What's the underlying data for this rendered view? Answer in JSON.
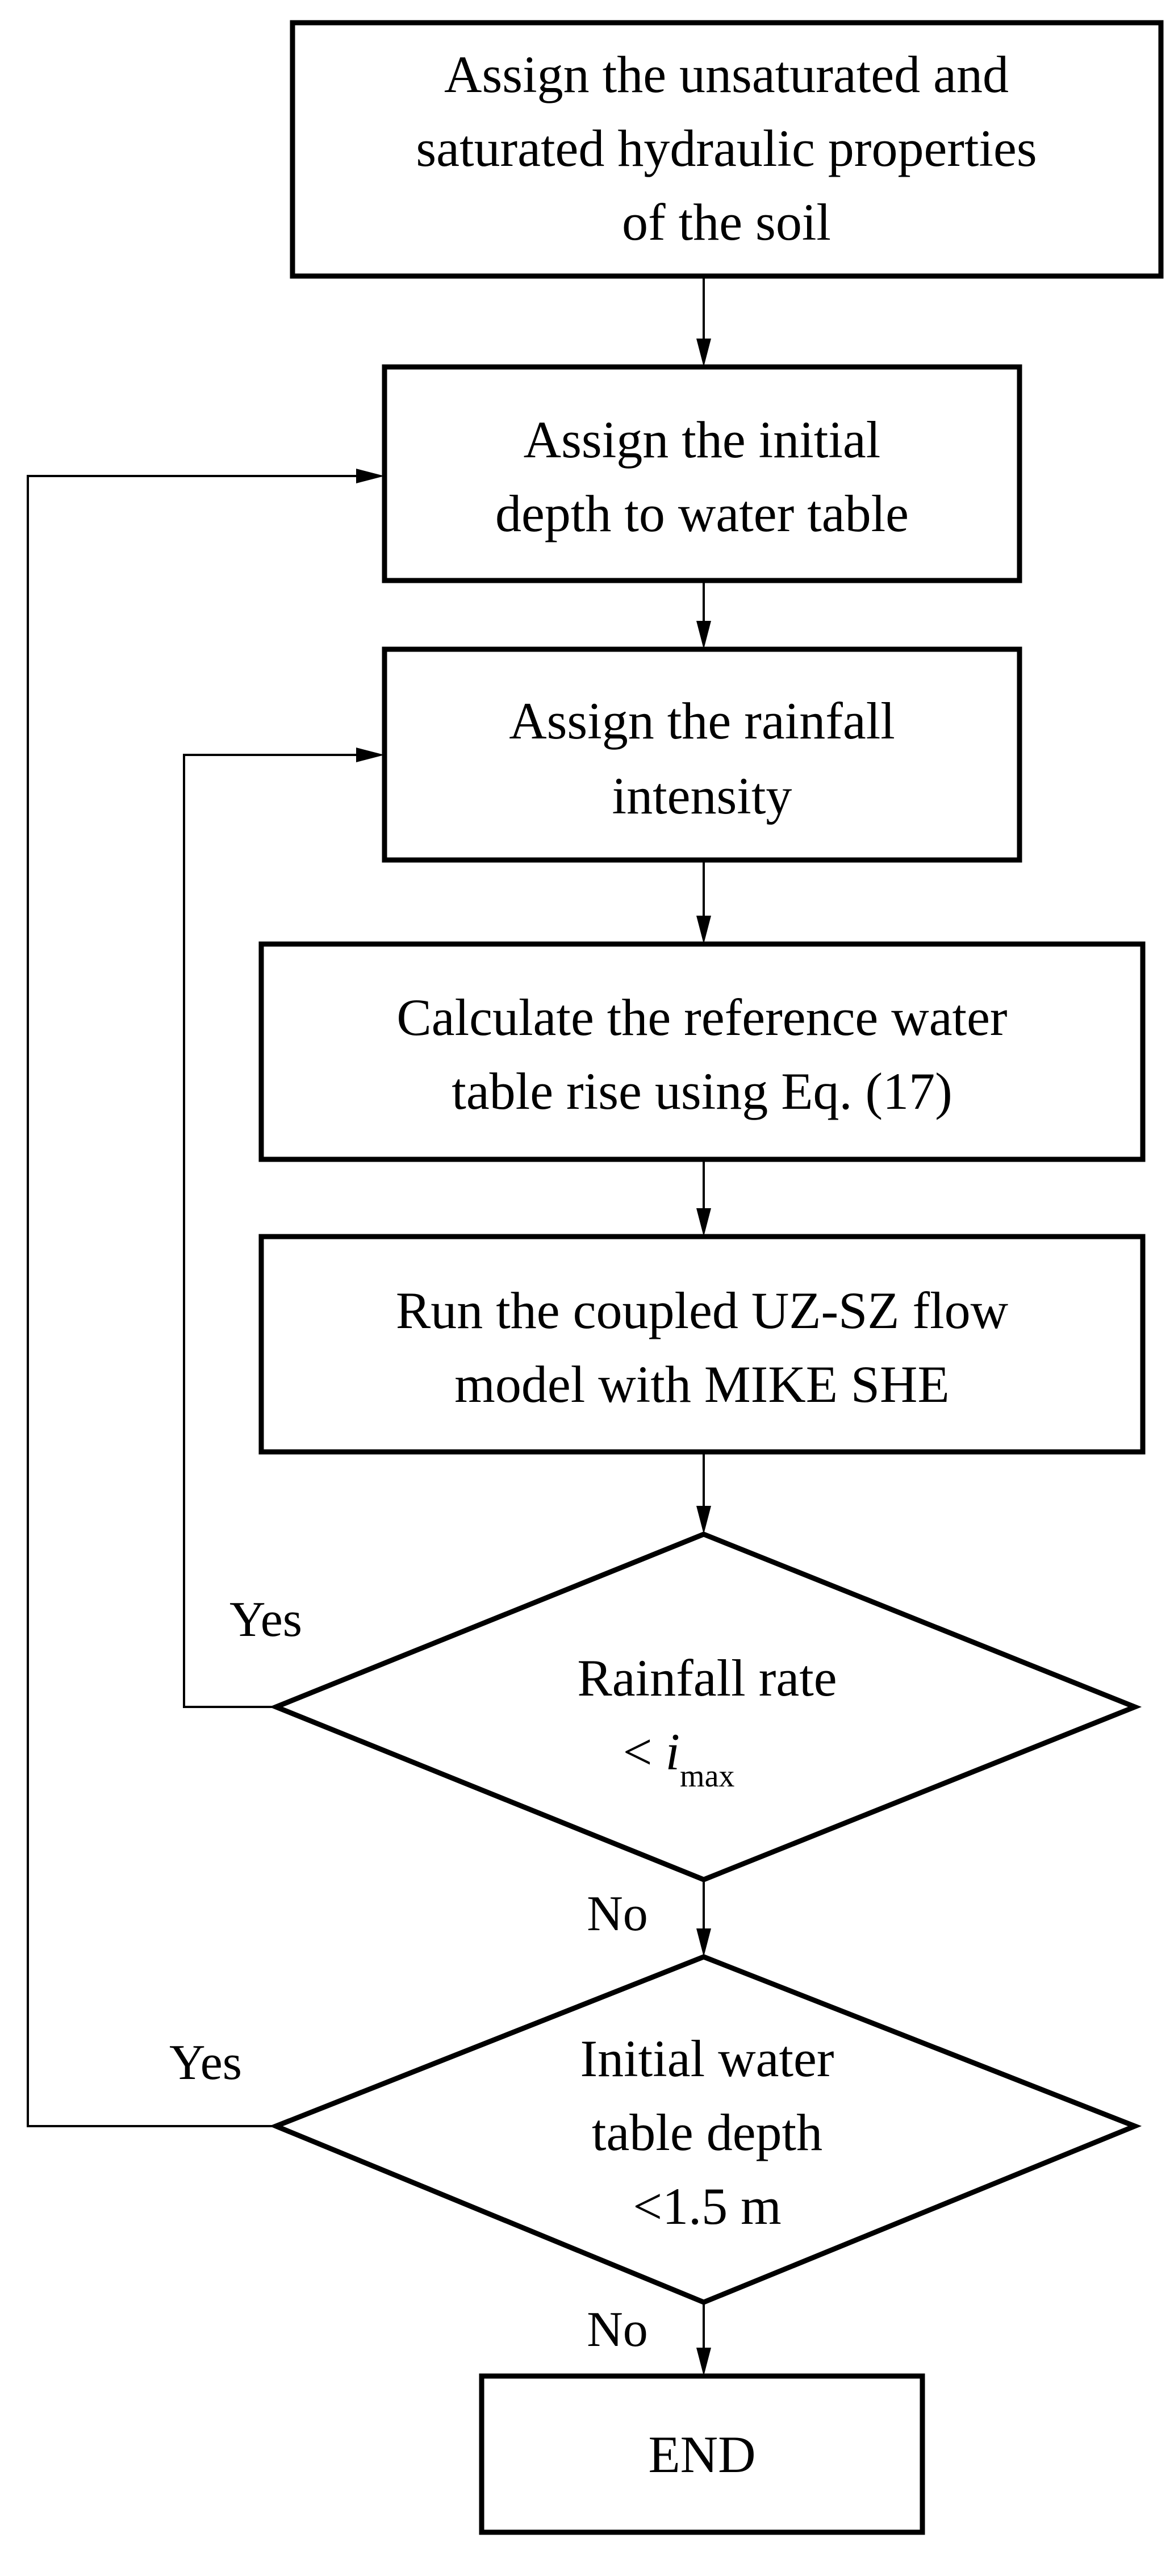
{
  "diagram": {
    "type": "flowchart",
    "nodes": [
      {
        "id": "n1",
        "shape": "rect",
        "lines": [
          "Assign the unsaturated and",
          "saturated hydraulic properties",
          "of the soil"
        ]
      },
      {
        "id": "n2",
        "shape": "rect",
        "lines": [
          "Assign the initial",
          "depth to water table"
        ]
      },
      {
        "id": "n3",
        "shape": "rect",
        "lines": [
          "Assign the rainfall",
          "intensity"
        ]
      },
      {
        "id": "n4",
        "shape": "rect",
        "lines": [
          "Calculate the reference water",
          "table rise using Eq. (17)"
        ]
      },
      {
        "id": "n5",
        "shape": "rect",
        "lines": [
          "Run the coupled UZ-SZ flow",
          "model with MIKE SHE"
        ]
      },
      {
        "id": "d1",
        "shape": "diamond",
        "lines": [
          "Rainfall rate"
        ],
        "condition": {
          "prefix": "< ",
          "symbol": "i",
          "subscript": "max"
        }
      },
      {
        "id": "d2",
        "shape": "diamond",
        "lines": [
          "Initial water",
          "table depth",
          "<1.5 m"
        ]
      },
      {
        "id": "end",
        "shape": "rect",
        "lines": [
          "END"
        ]
      }
    ],
    "edges": [
      {
        "from": "n1",
        "to": "n2",
        "label": ""
      },
      {
        "from": "n2",
        "to": "n3",
        "label": ""
      },
      {
        "from": "n3",
        "to": "n4",
        "label": ""
      },
      {
        "from": "n4",
        "to": "n5",
        "label": ""
      },
      {
        "from": "n5",
        "to": "d1",
        "label": ""
      },
      {
        "from": "d1",
        "to": "d2",
        "label": "No"
      },
      {
        "from": "d1",
        "to": "n3",
        "label": "Yes"
      },
      {
        "from": "d2",
        "to": "end",
        "label": "No"
      },
      {
        "from": "d2",
        "to": "n2",
        "label": "Yes"
      }
    ]
  }
}
